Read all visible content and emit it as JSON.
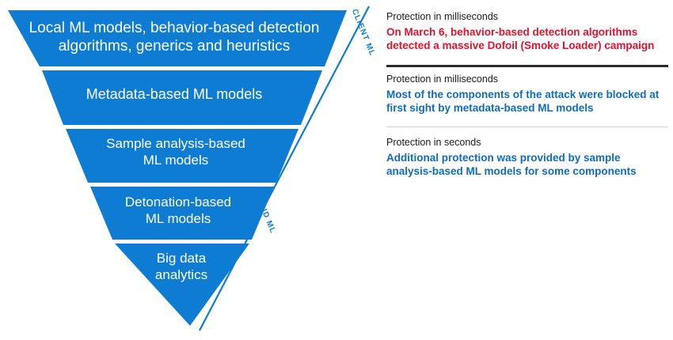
{
  "diagram": {
    "type": "inverted-funnel",
    "accent_blue": "#0f7cd4",
    "band_fill": "#0f7cd4",
    "bands": [
      {
        "label": "Local ML models, behavior-based detection\nalgorithms, generics and heuristics"
      },
      {
        "label": "Metadata-based ML models"
      },
      {
        "label": "Sample analysis-based\nML models"
      },
      {
        "label": "Detonation-based\nML models"
      },
      {
        "label": "Big data\nanalytics"
      }
    ],
    "side_labels": [
      {
        "text": "CLIENT ML"
      },
      {
        "text": "CLOUD ML"
      }
    ]
  },
  "annotations": {
    "notes": [
      {
        "kicker": "Protection in milliseconds",
        "body": "On March 6, behavior-based detection algorithms\ndetected a massive Dofoil (Smoke Loader) campaign",
        "color": "#e8112d"
      },
      {
        "kicker": "Protection in milliseconds",
        "body": "Most of the components of the attack were blocked at\nfirst sight by metadata-based ML models",
        "color": "#0f6cc0"
      },
      {
        "kicker": "Protection in seconds",
        "body": "Additional protection was provided by sample\nanalysis-based ML models for some components",
        "color": "#0f6cc0"
      }
    ],
    "rules": [
      {
        "color": "#2b2b2b"
      },
      {
        "color": "#d2d2d2"
      }
    ]
  }
}
